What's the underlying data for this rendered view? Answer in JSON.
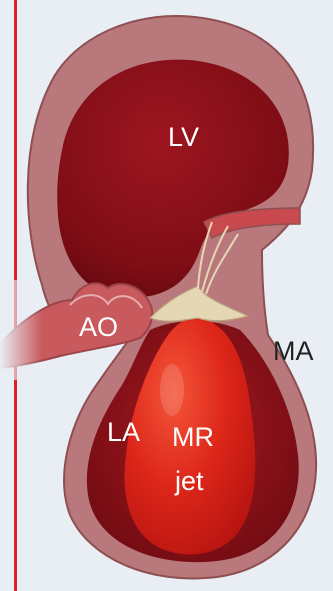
{
  "labels": {
    "lv": "LV",
    "ao": "AO",
    "ma": "MA",
    "la": "LA",
    "mr_line1": "MR",
    "mr_line2": "jet"
  },
  "colors": {
    "background": "#e9eef5",
    "divider": "#d8232a",
    "tissue": "#b9787c",
    "tissue_edge": "#8e4f53",
    "chamber": "#8d1119",
    "jet": "#e0281a",
    "valve": "#e6d7b4",
    "label_light": "#ffffff",
    "label_dark": "#222222"
  }
}
